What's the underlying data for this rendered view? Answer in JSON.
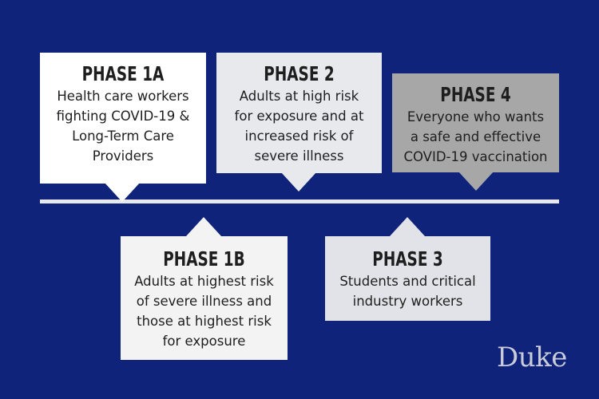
{
  "background_color": "#0f237a",
  "phases": {
    "p1a": {
      "title": "PHASE 1A",
      "lines": [
        "Health care workers",
        "fighting COVID-19 &",
        "Long-Term Care",
        "Providers"
      ],
      "color": "#ffffff"
    },
    "p2": {
      "title": "PHASE 2",
      "lines": [
        "Adults at high risk",
        "for exposure and at",
        "increased risk of",
        "severe illness"
      ],
      "color": "#e8e9ed"
    },
    "p4": {
      "title": "PHASE 4",
      "lines": [
        "Everyone who wants",
        "a safe and effective",
        "COVID-19 vaccination"
      ],
      "color": "#a7a7a7"
    },
    "p1b": {
      "title": "PHASE 1B",
      "lines": [
        "Adults at highest risk",
        "of severe illness and",
        "those at highest risk",
        "for exposure"
      ],
      "color": "#f3f3f3"
    },
    "p3": {
      "title": "PHASE 3",
      "lines": [
        "Students and critical",
        "industry workers"
      ],
      "color": "#e2e3e8"
    }
  },
  "logo": "Duke"
}
